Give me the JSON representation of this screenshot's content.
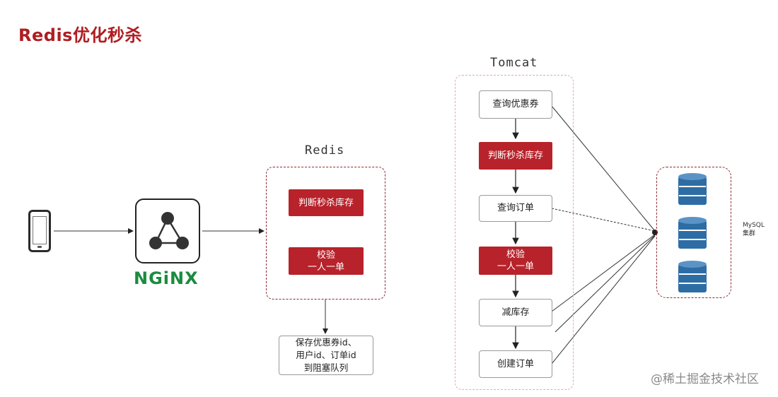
{
  "title": "Redis优化秒杀",
  "groups": {
    "redis": "Redis",
    "tomcat": "Tomcat",
    "mysql": "MySQL\n集群"
  },
  "nginx": "NGiNX",
  "redis_steps": {
    "judge_stock": "判断秒杀库存",
    "verify_one": "校验\n一人一单"
  },
  "queue_note": "保存优惠券id、\n用户id、订单id\n到阻塞队列",
  "tomcat_steps": {
    "query_coupon": "查询优惠券",
    "judge_stock": "判断秒杀库存",
    "query_order": "查询订单",
    "verify_one": "校验\n一人一单",
    "reduce_stock": "减库存",
    "create_order": "创建订单"
  },
  "watermark": "@稀土掘金技术社区",
  "colors": {
    "accent_red": "#b8222a",
    "dashed_border": "#8f2a34",
    "nginx_green": "#1a8c3e",
    "db_blue": "#2e6da4"
  }
}
